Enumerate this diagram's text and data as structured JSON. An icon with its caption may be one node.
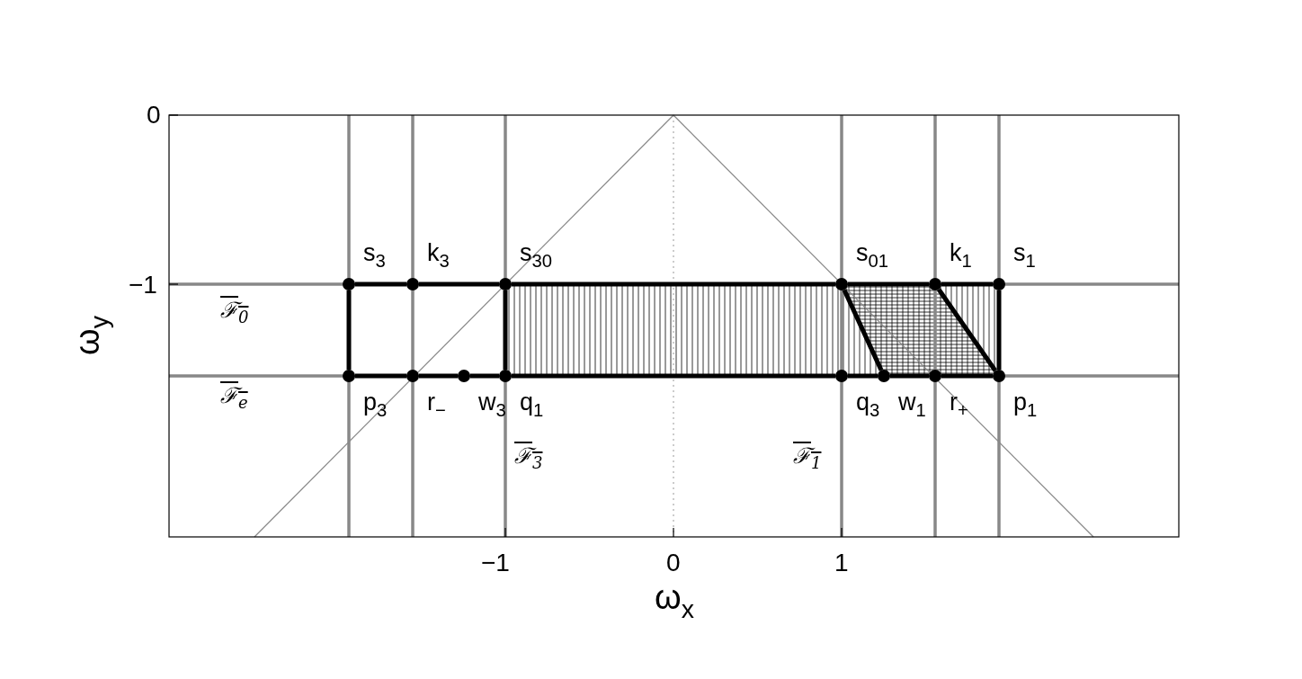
{
  "diagram": {
    "nodes": [
      {
        "text": [],
        "shape": "circle",
        "beside": [
          "s$_{3}$"
        ]
      },
      {
        "text": [],
        "shape": "circle",
        "beside": [
          "k$_{3}$"
        ]
      },
      {
        "text": [],
        "shape": "circle",
        "beside": [
          "s$_{30}$"
        ]
      },
      {
        "text": [],
        "shape": "circle",
        "beside": [
          "s$_{01}$"
        ]
      },
      {
        "text": [],
        "shape": "circle",
        "beside": [
          "k$_{1}$"
        ]
      },
      {
        "text": [],
        "shape": "circle",
        "beside": [
          "s$_{1}$"
        ]
      },
      {
        "text": [],
        "shape": "circle",
        "beside": [
          "p$_{3}$"
        ]
      },
      {
        "text": [],
        "shape": "circle",
        "beside": [
          "r$_{−}$"
        ]
      },
      {
        "text": [],
        "shape": "circle",
        "beside": [
          "w$_{3}$"
        ]
      },
      {
        "text": [],
        "shape": "circle",
        "beside": [
          "q$_{1}$"
        ]
      },
      {
        "text": [],
        "shape": "circle",
        "beside": [
          "q$_{3}$"
        ]
      },
      {
        "text": [],
        "shape": "circle",
        "beside": [
          "w$_{1}$"
        ]
      },
      {
        "text": [],
        "shape": "circle",
        "beside": [
          "r$_{+}$"
        ]
      },
      {
        "text": [],
        "shape": "circle",
        "beside": [
          "p$_{1}$"
        ]
      }
    ],
    "edges": [
      {
        "from": 0,
        "to": 1,
        "arrow": "none"
      },
      {
        "from": 1,
        "to": 2,
        "arrow": "none"
      },
      {
        "from": 2,
        "to": 3,
        "arrow": "none"
      },
      {
        "from": 3,
        "to": 4,
        "arrow": "none"
      },
      {
        "from": 4,
        "to": 5,
        "arrow": "none"
      },
      {
        "from": 6,
        "to": 7,
        "arrow": "none"
      },
      {
        "from": 7,
        "to": 8,
        "arrow": "none"
      },
      {
        "from": 8,
        "to": 9,
        "arrow": "none"
      },
      {
        "from": 9,
        "to": 10,
        "arrow": "none"
      },
      {
        "from": 10,
        "to": 11,
        "arrow": "none"
      },
      {
        "from": 11,
        "to": 12,
        "arrow": "none"
      },
      {
        "from": 12,
        "to": 13,
        "arrow": "none"
      },
      {
        "from": 0,
        "to": 6,
        "arrow": "none"
      },
      {
        "from": 2,
        "to": 9,
        "arrow": "none"
      },
      {
        "from": 5,
        "to": 13,
        "arrow": "none"
      },
      {
        "from": 3,
        "to": 11,
        "arrow": "none"
      },
      {
        "from": 4,
        "to": 13,
        "arrow": "none"
      }
    ],
    "labels": [
      "0",
      "−1",
      "ω$_{y}$",
      "ℱ$_{0}$",
      "ℱ$_{e}$",
      "ℱ$_{3}$",
      "ℱ$_{1}$",
      "−1",
      "0",
      "1",
      "ω$_{x}$"
    ]
  }
}
